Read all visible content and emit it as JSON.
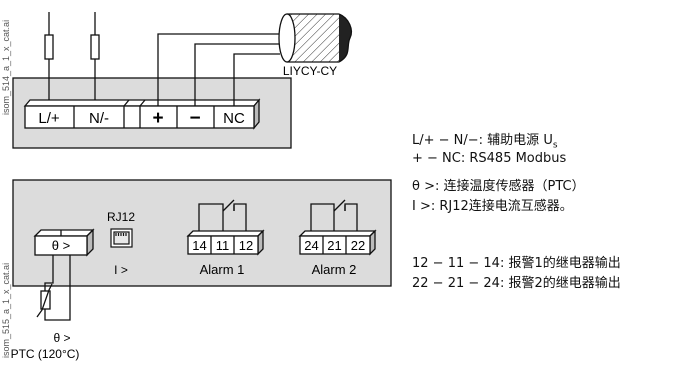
{
  "side_labels": {
    "top": "isom_514_a_1_x_cat.ai",
    "bottom": "isom_515_a_1_x_cat.ai"
  },
  "top_module": {
    "terminals": [
      "L/+",
      "N/-",
      "+",
      "−",
      "NC"
    ],
    "cable_label": "LIYCY-CY"
  },
  "bottom_module": {
    "theta_terminal": "θ >",
    "rj12_title": "RJ12",
    "rj12_sub": "I >",
    "alarm1": {
      "terminals": [
        "14",
        "11",
        "12"
      ],
      "label": "Alarm 1"
    },
    "alarm2": {
      "terminals": [
        "24",
        "21",
        "22"
      ],
      "label": "Alarm 2"
    },
    "sensor_label": "θ >",
    "sensor_temp": "PTC (120°C)"
  },
  "legend": {
    "line1": "L/+ − N/−: 辅助电源 U",
    "line1_sub": "s",
    "line2": "+ − NC: RS485 Modbus",
    "line3": "θ >: 连接温度传感器（PTC）",
    "line4": "I >: RJ12连接电流互感器。",
    "line5": "12 − 11 − 14: 报警1的继电器输出",
    "line6": "22 − 21 − 24: 报警2的继电器输出"
  }
}
